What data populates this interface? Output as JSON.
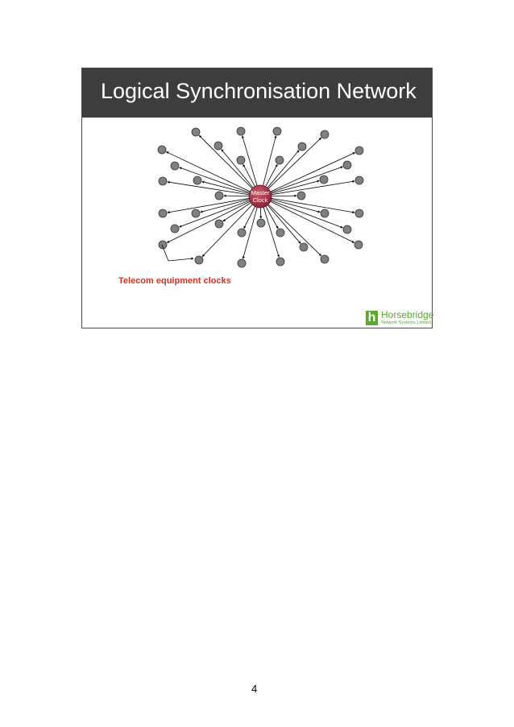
{
  "slide": {
    "title": "Logical Synchronisation Network",
    "center_label_line1": "Master",
    "center_label_line2": "Clock",
    "caption": "Telecom equipment clocks"
  },
  "logo": {
    "mark": "h",
    "name": "Horsebridge",
    "subtitle": "Network Systems Limited"
  },
  "page_number": "4",
  "colors": {
    "title_bar": "#3d3d3d",
    "node_fill": "#808080",
    "hub_fill": "#a0283a",
    "caption": "#e0301e",
    "logo": "#5aa832"
  }
}
